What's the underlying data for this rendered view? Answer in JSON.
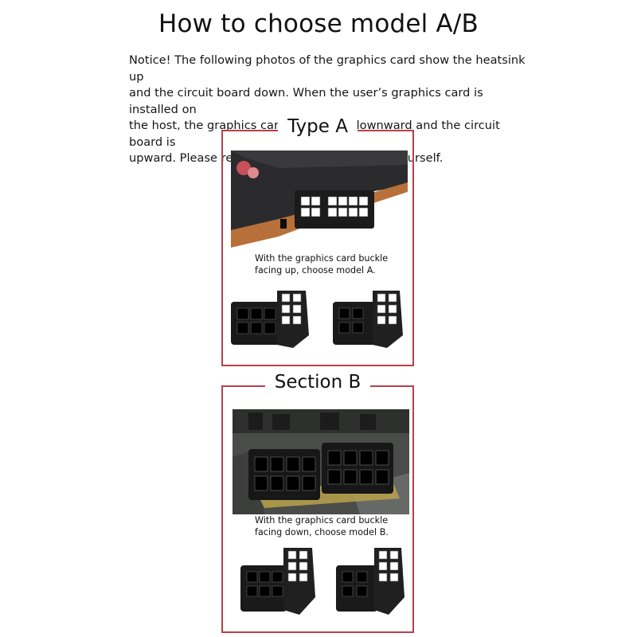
{
  "page": {
    "title": "How to choose model A/B",
    "notice": "Notice! The following photos of the graphics card show the heatsink up\nand the circuit board down. When the user’s graphics card is installed on\nthe host, the graphics card radiator is downward and the circuit board is\nupward. Please reverse the viewing angle by yourself."
  },
  "type_a": {
    "heading": "Type A",
    "caption": "With the graphics card buckle\nfacing up, choose model A."
  },
  "section_b": {
    "heading": "Section B",
    "caption": "With the graphics card buckle\nfacing down, choose model B."
  },
  "colors": {
    "panel_border": "#b8404a",
    "connector": "#1a1a1a",
    "copper": "#b8703a"
  }
}
